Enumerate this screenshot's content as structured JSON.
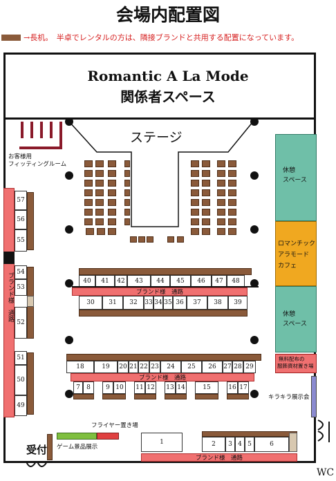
{
  "title": "会場内配置図",
  "legend": {
    "text": "→長机。　半卓でレンタルの方は、隣接ブランドと共用する配置になっています。",
    "color": "#d62020"
  },
  "venue": {
    "line1": "Romantic A La Mode",
    "line2": "関係者スペース"
  },
  "stage": "ステージ",
  "fitting": {
    "line1": "お客様用",
    "line2": "フィッティングルーム"
  },
  "rest_top": {
    "line1": "休憩",
    "line2": "スペース"
  },
  "cafe": {
    "line1": "ロマンチック",
    "line2": "アラモード",
    "line3": "カフェ"
  },
  "rest_bottom": {
    "line1": "休憩",
    "line2": "スペース"
  },
  "free_dist": {
    "line1": "無料配布の",
    "line2": "服飾資材置き場"
  },
  "kirakira": "キラキラ展示会",
  "flyer": "フライヤー置き場",
  "game": "ゲーム景品展示",
  "reception": "受付",
  "wc": "WC",
  "aisle": "ブランド様　通路",
  "left_aisle": "ブランド様　通路",
  "colors": {
    "brown": "#8a5a3a",
    "pink": "#f07070",
    "teal": "#6fbfa8",
    "orange": "#f0a820",
    "green": "#7fbf3f",
    "red": "#e04040",
    "purple": "#8a8ad0"
  },
  "booths": {
    "b57": "57",
    "b56": "56",
    "b55": "55",
    "b54": "54",
    "b53": "53",
    "b52": "52",
    "b51": "51",
    "b50": "50",
    "b49": "49",
    "b40": "40",
    "b41": "41",
    "b42": "42",
    "b43": "43",
    "b44": "44",
    "b45": "45",
    "b46": "46",
    "b47": "47",
    "b48": "48",
    "b30": "30",
    "b31": "31",
    "b32": "32",
    "b33": "33",
    "b34": "34",
    "b35": "35",
    "b36": "36",
    "b37": "37",
    "b38": "38",
    "b39": "39",
    "b18": "18",
    "b19": "19",
    "b20": "20",
    "b21": "21",
    "b22": "22",
    "b23": "23",
    "b24": "24",
    "b25": "25",
    "b26": "26",
    "b27": "27",
    "b28": "28",
    "b29": "29",
    "b7": "7",
    "b8": "8",
    "b9": "9",
    "b10": "10",
    "b11": "11",
    "b12": "12",
    "b13": "13",
    "b14": "14",
    "b15": "15",
    "b16": "16",
    "b17": "17",
    "b1": "1",
    "b2": "2",
    "b3": "3",
    "b4": "4",
    "b5": "5",
    "b6": "6"
  }
}
